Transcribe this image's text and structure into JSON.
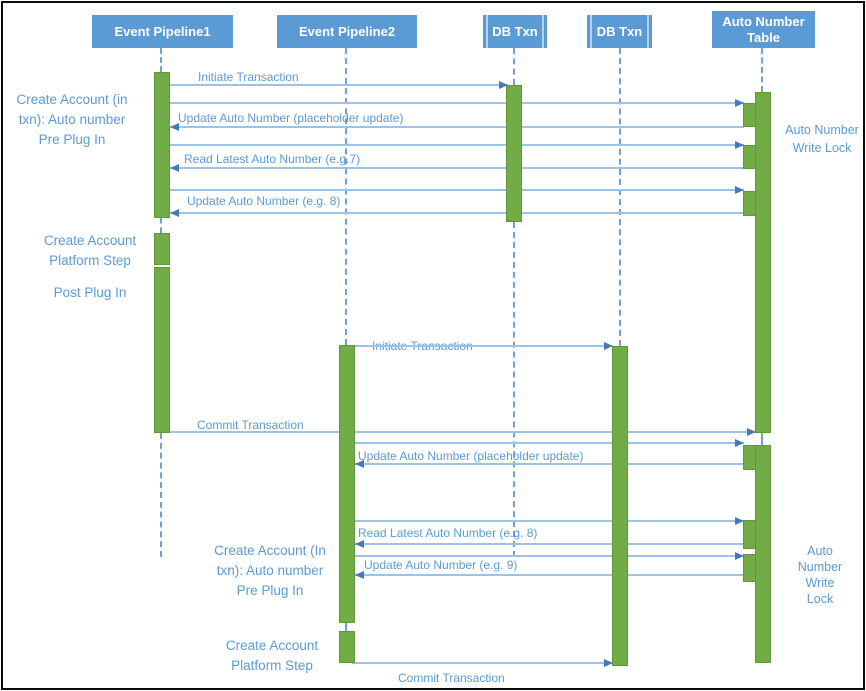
{
  "diagram": {
    "type": "sequence-diagram",
    "colors": {
      "actor_fill": "#5b9bd5",
      "actor_text": "#ffffff",
      "activation_fill": "#71ac47",
      "activation_border": "#619739",
      "message_line": "#9cc2e5",
      "arrowhead": "#4479bd",
      "label_text": "#5b9bd5",
      "lifeline": "#6fa0d8"
    },
    "actors": [
      {
        "label": "Event Pipeline1"
      },
      {
        "label": "Event Pipeline2"
      },
      {
        "label": "DB Txn"
      },
      {
        "label": "DB Txn"
      },
      {
        "label": "Auto Number Table"
      }
    ],
    "messages": [
      {
        "label": "Initiate Transaction"
      },
      {
        "label": "Update Auto Number (placeholder update)"
      },
      {
        "label": "Read Latest Auto Number (e.g.7)"
      },
      {
        "label": "Update Auto Number (e.g. 8)"
      },
      {
        "label": "Initiate Transaction"
      },
      {
        "label": "Commit Transaction"
      },
      {
        "label": "Update Auto Number (placeholder update)"
      },
      {
        "label": "Read Latest Auto Number (e.g. 8)"
      },
      {
        "label": "Update Auto Number (e.g. 9)"
      },
      {
        "label": "Commit Transaction"
      }
    ],
    "annotations": [
      {
        "label": "Create Account (in txn): Auto number Pre Plug In"
      },
      {
        "label": "Create Account Platform Step"
      },
      {
        "label": "Post Plug In"
      },
      {
        "label": "Auto Number Write Lock"
      },
      {
        "label": "Create Account (In txn): Auto number Pre Plug In"
      },
      {
        "label": "Create Account Platform Step"
      },
      {
        "label": "Auto Number Write Lock"
      }
    ]
  }
}
